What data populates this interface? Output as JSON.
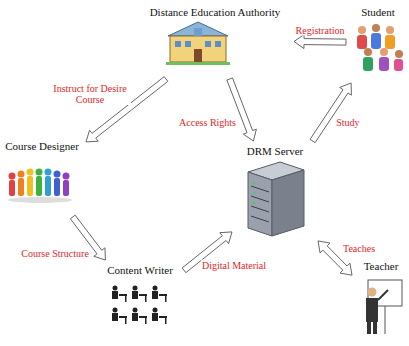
{
  "diagram": {
    "nodes": [
      {
        "text": [
          "Distance Education Authority"
        ]
      },
      {
        "text": [
          "Student"
        ]
      },
      {
        "text": [
          "Course Designer"
        ]
      },
      {
        "text": [
          "DRM Server"
        ]
      },
      {
        "text": [
          "Content Writer"
        ]
      },
      {
        "text": [
          "Teacher"
        ]
      }
    ],
    "edges": [
      {
        "from": 1,
        "to": 0,
        "label": "Registration",
        "arrow": "to"
      },
      {
        "from": 0,
        "to": 2,
        "label": "Instruct for Desire Course",
        "arrow": "to"
      },
      {
        "from": 0,
        "to": 3,
        "label": "Access Rights",
        "arrow": "to"
      },
      {
        "from": 2,
        "to": 4,
        "label": "Course Structure",
        "arrow": "to"
      },
      {
        "from": 4,
        "to": 3,
        "label": "Digital Material",
        "arrow": "to"
      },
      {
        "from": 3,
        "to": 1,
        "label": "Study",
        "arrow": "to"
      },
      {
        "from": 5,
        "to": 3,
        "label": "Teaches",
        "arrow": "both"
      }
    ]
  }
}
